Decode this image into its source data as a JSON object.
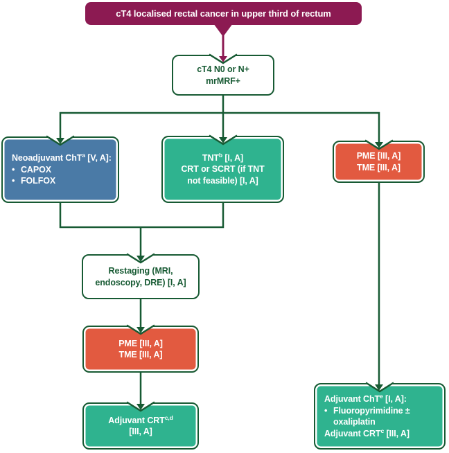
{
  "colors": {
    "magenta": "#8C1A52",
    "green": "#175A33",
    "blue": "#4A7AA6",
    "teal": "#2FB38F",
    "orange": "#E25A40"
  },
  "glyphs": {
    "bullet": "•"
  },
  "banner": {
    "text": "cT4 localised rectal cancer in upper third of rectum"
  },
  "nodes": {
    "ct4n0": {
      "line1": "cT4 N0 or N+",
      "line2": "mrMRF+"
    },
    "neoadjuvant": {
      "title_pre": "Neoadjuvant ChT",
      "title_sup": "a",
      "title_post": " [V, A]:",
      "bullets": [
        "CAPOX",
        "FOLFOX"
      ]
    },
    "tnt": {
      "line1_pre": "TNT",
      "line1_sup": "b",
      "line1_post": " [I, A]",
      "line2": "CRT or SCRT (if TNT",
      "line3": "not feasible) [I, A]"
    },
    "pme_top": {
      "line1": "PME [III, A]",
      "line2": "TME [III, A]"
    },
    "restaging": {
      "line1": "Restaging (MRI,",
      "line2": "endoscopy, DRE) [I, A]"
    },
    "pme_mid": {
      "line1": "PME [III, A]",
      "line2": "TME [III, A]"
    },
    "adj_crt": {
      "line1_pre": "Adjuvant CRT",
      "line1_sup": "c,d",
      "line2": "[III, A]"
    },
    "adj_cht": {
      "line1_pre": "Adjuvant ChT",
      "line1_sup": "e",
      "line1_post": " [I, A]:",
      "bullet": "Fluoropyrimidine ±",
      "bullet_cont": "oxaliplatin",
      "line4_pre": "Adjuvant CRT",
      "line4_sup": "c",
      "line4_post": " [III, A]"
    }
  }
}
